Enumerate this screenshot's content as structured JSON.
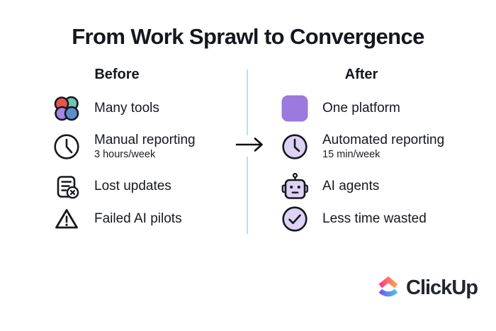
{
  "title": "From Work Sprawl to Convergence",
  "divider_arrow": "right-arrow",
  "columns": {
    "before": {
      "header": "Before",
      "items": [
        {
          "icon": "many-tools-icon",
          "label": "Many tools"
        },
        {
          "icon": "clock-icon",
          "label": "Manual reporting",
          "sublabel": "3 hours/week"
        },
        {
          "icon": "lost-updates-icon",
          "label": "Lost updates"
        },
        {
          "icon": "warning-triangle-icon",
          "label": "Failed AI pilots"
        }
      ]
    },
    "after": {
      "header": "After",
      "items": [
        {
          "icon": "platform-square-icon",
          "label": "One platform"
        },
        {
          "icon": "clock-filled-icon",
          "label": "Automated reporting",
          "sublabel": "15 min/week"
        },
        {
          "icon": "robot-icon",
          "label": "AI agents"
        },
        {
          "icon": "check-circle-icon",
          "label": "Less time wasted"
        }
      ]
    }
  },
  "footer": {
    "brand": "ClickUp"
  },
  "colors": {
    "background": "#ffffff",
    "text": "#15181e",
    "divider": "#bedcf0",
    "icon_stroke": "#16181d",
    "accent_purple": "#9b79dd",
    "accent_purple_light": "#ddd2f4",
    "tool_red": "#e8544b",
    "tool_teal": "#6fc7b1",
    "tool_purple": "#a586e2",
    "tool_blue": "#5c8ecb",
    "logo_gradient_top_start": "#f9318f",
    "logo_gradient_top_end": "#ffb048",
    "logo_gradient_bottom_start": "#6a4ff5",
    "logo_gradient_bottom_end": "#4ec9f5"
  }
}
